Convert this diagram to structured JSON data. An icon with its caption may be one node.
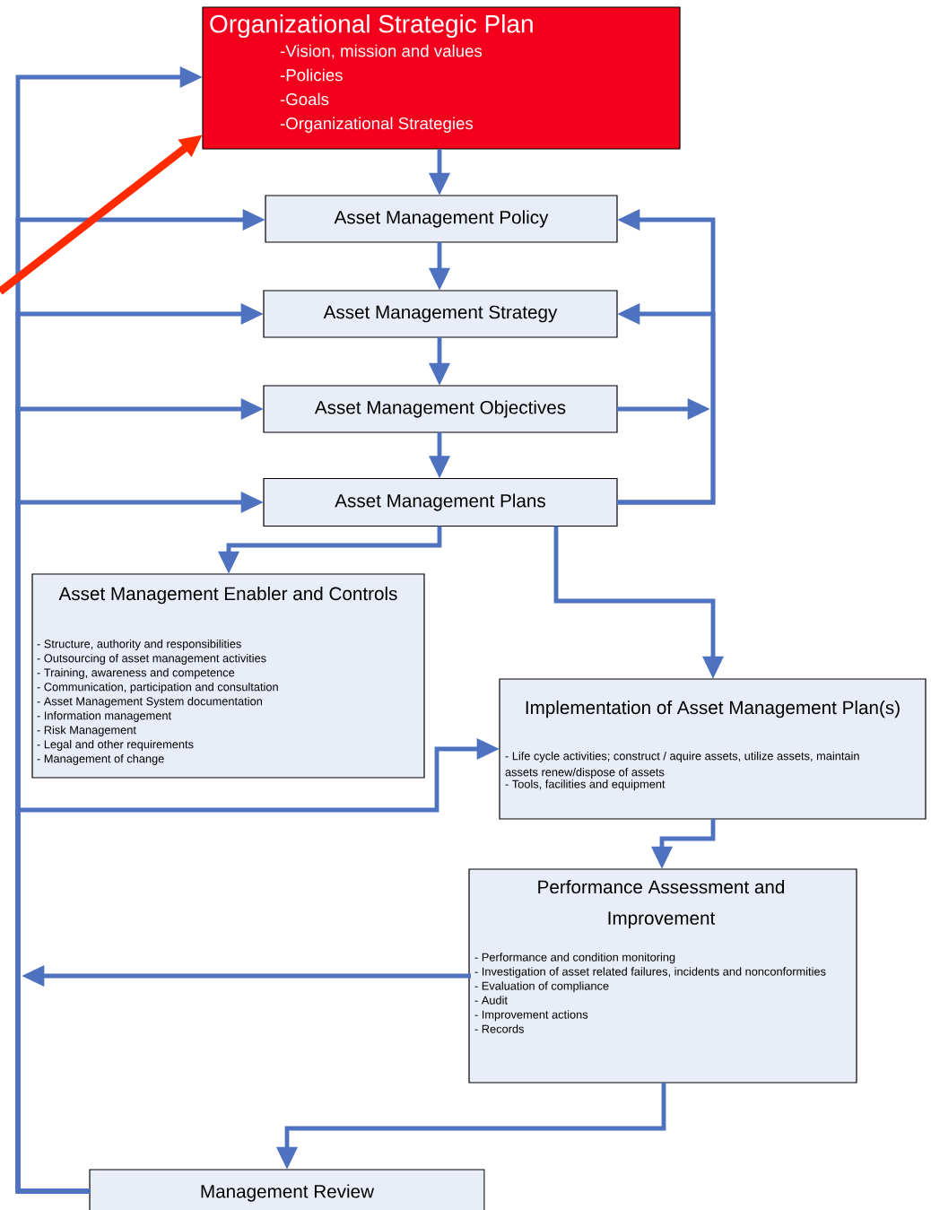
{
  "diagram": {
    "nodes": [
      {
        "text": [
          "Organizational Strategic Plan",
          "-Vision, mission and values",
          "-Policies",
          "-Goals",
          "-Organizational Strategies"
        ]
      },
      {
        "text": [
          "Asset Management Policy"
        ]
      },
      {
        "text": [
          "Asset Management Strategy"
        ]
      },
      {
        "text": [
          "Asset Management Objectives"
        ]
      },
      {
        "text": [
          "Asset Management Plans"
        ]
      },
      {
        "text": [
          "Asset Management Enabler and Controls",
          "- Structure, authority and responsibilities",
          "- Outsourcing of asset management activities",
          "- Training, awareness and competence",
          "- Communication, participation and consultation",
          "- Asset Management System documentation",
          "- Information management",
          "- Risk Management",
          "- Legal and other requirements",
          "- Management of change"
        ]
      },
      {
        "text": [
          "Implementation of Asset Management Plan(s)",
          "- Life cycle activities; construct / aquire assets, utilize assets, maintain assets renew/dispose of assets",
          "- Tools, facilities and equipment"
        ]
      },
      {
        "text": [
          "Performance Assessment and Improvement",
          "- Performance and condition monitoring",
          "- Investigation of asset related failures, incidents and nonconformities",
          "- Evaluation of compliance",
          "- Audit",
          "- Improvement actions",
          "- Records"
        ]
      },
      {
        "text": [
          "Management Review"
        ]
      }
    ],
    "edges": [
      {
        "from": 0,
        "to": 1,
        "arrow": "to"
      },
      {
        "from": 1,
        "to": 2,
        "arrow": "to"
      },
      {
        "from": 2,
        "to": 3,
        "arrow": "to"
      },
      {
        "from": 3,
        "to": 4,
        "arrow": "to"
      },
      {
        "from": 4,
        "to": 5,
        "arrow": "to"
      },
      {
        "from": 4,
        "to": 6,
        "arrow": "to"
      },
      {
        "from": 6,
        "to": 7,
        "arrow": "to"
      },
      {
        "from": 7,
        "to": 8,
        "arrow": "to"
      },
      {
        "from": 8,
        "to": 0,
        "arrow": "to"
      },
      {
        "from": 8,
        "to": 1,
        "arrow": "to"
      },
      {
        "from": 8,
        "to": 2,
        "arrow": "to"
      },
      {
        "from": 8,
        "to": 3,
        "arrow": "to"
      },
      {
        "from": 8,
        "to": 4,
        "arrow": "to"
      },
      {
        "from": 8,
        "to": 6,
        "arrow": "to"
      },
      {
        "from": 7,
        "to": null,
        "arrow": "to"
      },
      {
        "from": 4,
        "to": 1,
        "arrow": "to"
      },
      {
        "from": 4,
        "to": 2,
        "arrow": "to"
      },
      {
        "from": 3,
        "to": null,
        "arrow": "to"
      },
      {
        "from": null,
        "to": 0,
        "arrow": "to",
        "style": "thick",
        "color": "#ff2a00"
      }
    ]
  }
}
